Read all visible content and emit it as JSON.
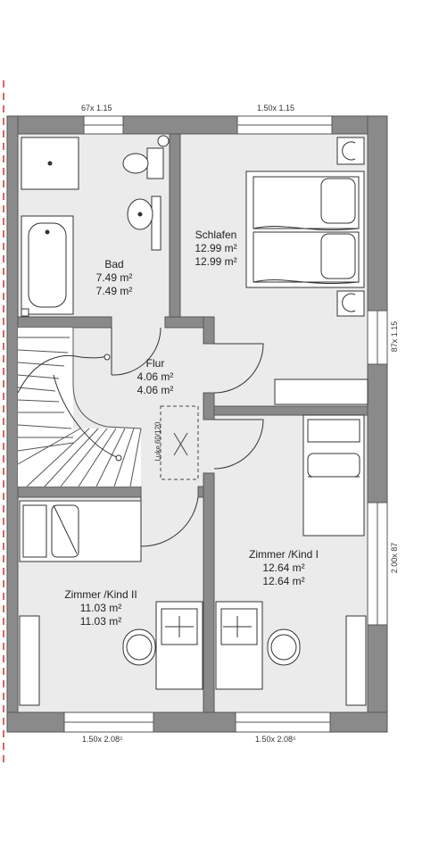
{
  "rooms": {
    "bad": {
      "name": "Bad",
      "area1": "7.49 m²",
      "area2": "7.49 m²"
    },
    "schlafen": {
      "name": "Schlafen",
      "area1": "12.99 m²",
      "area2": "12.99 m²"
    },
    "flur": {
      "name": "Flur",
      "area1": "4.06 m²",
      "area2": "4.06 m²"
    },
    "kind1": {
      "name": "Zimmer /Kind I",
      "area1": "12.64 m²",
      "area2": "12.64 m²"
    },
    "kind2": {
      "name": "Zimmer /Kind II",
      "area1": "11.03 m²",
      "area2": "11.03 m²"
    }
  },
  "hatch": {
    "label": "Luke 60/120"
  },
  "windows": {
    "top_left": "67x 1.15",
    "top_right": "1.50x 1.15",
    "right_upper": "87x 1.15",
    "right_lower": "2.00x 87",
    "bottom_left": "1.50x 2.08⁵",
    "bottom_right": "1.50x 2.08⁵"
  },
  "colors": {
    "wall": "#888888",
    "wall_edge": "#555555",
    "floor": "#ececec",
    "line": "#444444",
    "marker": "#cc3333"
  }
}
